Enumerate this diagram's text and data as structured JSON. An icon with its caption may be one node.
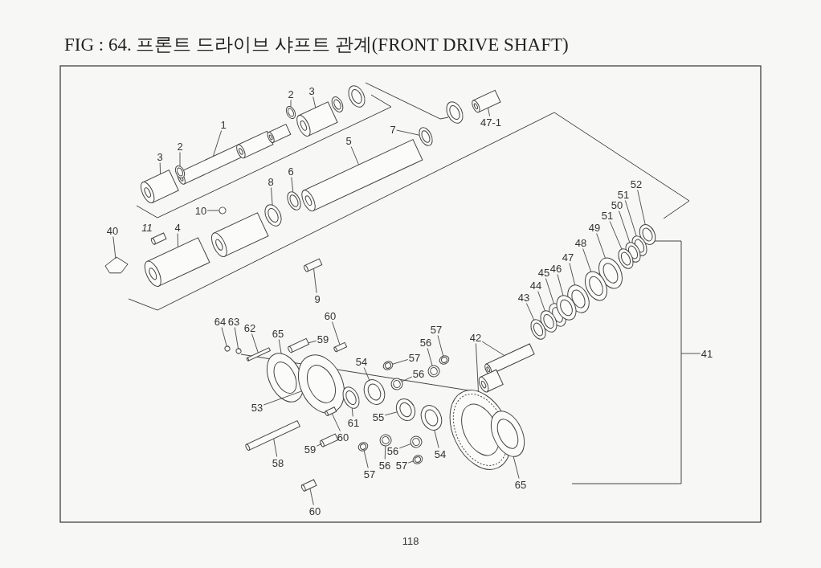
{
  "diagram": {
    "title": "FIG : 64. 프론트 드라이브 샤프트 관계(FRONT DRIVE SHAFT)",
    "nodes": [
      {
        "text": [
          "2"
        ]
      },
      {
        "text": [
          "3"
        ]
      },
      {
        "text": [
          "1"
        ]
      },
      {
        "text": [
          "2"
        ]
      },
      {
        "text": [
          "3"
        ]
      },
      {
        "text": [
          "47-1"
        ]
      },
      {
        "text": [
          "7"
        ]
      },
      {
        "text": [
          "5"
        ]
      },
      {
        "text": [
          "6"
        ]
      },
      {
        "text": [
          "8"
        ]
      },
      {
        "text": [
          "10"
        ]
      },
      {
        "text": [
          "40"
        ]
      },
      {
        "text": [
          "4"
        ]
      },
      {
        "text": [
          "9"
        ]
      },
      {
        "text": [
          "52"
        ]
      },
      {
        "text": [
          "51"
        ]
      },
      {
        "text": [
          "50"
        ]
      },
      {
        "text": [
          "51"
        ]
      },
      {
        "text": [
          "49"
        ]
      },
      {
        "text": [
          "48"
        ]
      },
      {
        "text": [
          "47"
        ]
      },
      {
        "text": [
          "45"
        ]
      },
      {
        "text": [
          "46"
        ]
      },
      {
        "text": [
          "44"
        ]
      },
      {
        "text": [
          "43"
        ]
      },
      {
        "text": [
          "41"
        ]
      },
      {
        "text": [
          "60"
        ]
      },
      {
        "text": [
          "64"
        ]
      },
      {
        "text": [
          "63"
        ]
      },
      {
        "text": [
          "62"
        ]
      },
      {
        "text": [
          "65"
        ]
      },
      {
        "text": [
          "59"
        ]
      },
      {
        "text": [
          "57"
        ]
      },
      {
        "text": [
          "42"
        ]
      },
      {
        "text": [
          "56"
        ]
      },
      {
        "text": [
          "57"
        ]
      },
      {
        "text": [
          "54"
        ]
      },
      {
        "text": [
          "56"
        ]
      },
      {
        "text": [
          "53"
        ]
      },
      {
        "text": [
          "55"
        ]
      },
      {
        "text": [
          "61"
        ]
      },
      {
        "text": [
          "60"
        ]
      },
      {
        "text": [
          "59"
        ]
      },
      {
        "text": [
          "54"
        ]
      },
      {
        "text": [
          "56"
        ]
      },
      {
        "text": [
          "58"
        ]
      },
      {
        "text": [
          "56"
        ]
      },
      {
        "text": [
          "57"
        ]
      },
      {
        "text": [
          "57"
        ]
      },
      {
        "text": [
          "65"
        ]
      },
      {
        "text": [
          "60"
        ]
      },
      {
        "text": [],
        "shape": "circle"
      },
      {
        "text": [],
        "shape": "cylinder"
      },
      {
        "text": [],
        "shape": "cylinder"
      },
      {
        "text": [],
        "shape": "circle"
      },
      {
        "text": [],
        "shape": "cylinder"
      },
      {
        "text": [],
        "shape": "cylinder"
      },
      {
        "text": [],
        "shape": "circle"
      },
      {
        "text": [],
        "shape": "cylinder"
      },
      {
        "text": [],
        "shape": "circle"
      },
      {
        "text": [],
        "shape": "circle"
      },
      {
        "text": [],
        "shape": "circle"
      },
      {
        "text": [],
        "shape": "picture"
      },
      {
        "text": [],
        "shape": "cylinder"
      },
      {
        "text": [],
        "shape": "cylinder"
      },
      {
        "text": [],
        "shape": "circle"
      },
      {
        "text": [],
        "shape": "circle"
      },
      {
        "text": [],
        "shape": "circle"
      },
      {
        "text": [],
        "shape": "circle"
      },
      {
        "text": [],
        "shape": "circle"
      },
      {
        "text": [],
        "shape": "circle"
      },
      {
        "text": [],
        "shape": "circle"
      },
      {
        "text": [],
        "shape": "circle"
      },
      {
        "text": [],
        "shape": "circle"
      },
      {
        "text": [],
        "shape": "circle"
      },
      {
        "text": [],
        "shape": "circle"
      },
      {
        "text": [],
        "shape": "cylinder"
      },
      {
        "text": [],
        "shape": "circle"
      },
      {
        "text": [],
        "shape": "circle"
      },
      {
        "text": [],
        "shape": "cylinder"
      },
      {
        "text": [],
        "shape": "circle"
      },
      {
        "text": [],
        "shape": "cylinder"
      },
      {
        "text": [],
        "shape": "circle"
      },
      {
        "text": [],
        "shape": "circle"
      },
      {
        "text": [],
        "shape": "cylinder"
      },
      {
        "text": [],
        "shape": "circle"
      },
      {
        "text": [],
        "shape": "circle"
      },
      {
        "text": [],
        "shape": "circle"
      },
      {
        "text": [],
        "shape": "circle"
      },
      {
        "text": [],
        "shape": "circle"
      },
      {
        "text": [],
        "shape": "circle"
      },
      {
        "text": [],
        "shape": "circle"
      },
      {
        "text": [],
        "shape": "cylinder"
      },
      {
        "text": [],
        "shape": "cylinder"
      },
      {
        "text": [],
        "shape": "circle"
      },
      {
        "text": [],
        "shape": "circle"
      },
      {
        "text": [],
        "shape": "cylinder"
      },
      {
        "text": [],
        "shape": "circle"
      },
      {
        "text": [],
        "shape": "circle"
      },
      {
        "text": [],
        "shape": "circle"
      },
      {
        "text": [],
        "shape": "circle"
      },
      {
        "text": [],
        "shape": "cylinder"
      },
      {
        "text": [],
        "shape": "cylinder"
      },
      {
        "text": [],
        "shape": "cylinder"
      },
      {
        "text": [],
        "shape": "circle"
      },
      {
        "text": [],
        "shape": "circle"
      },
      {
        "text": [],
        "shape": "circle"
      },
      {
        "text": [],
        "shape": "cylinder"
      },
      {
        "text": [],
        "shape": "cylinder"
      },
      {
        "text": [],
        "shape": "box"
      }
    ],
    "edges": [
      {
        "from": 0,
        "to": 51,
        "arrow": "none"
      },
      {
        "from": 1,
        "to": 52,
        "arrow": "none"
      },
      {
        "from": 2,
        "to": 53,
        "arrow": "none"
      },
      {
        "from": 3,
        "to": 54,
        "arrow": "none"
      },
      {
        "from": 4,
        "to": 55,
        "arrow": "none"
      },
      {
        "from": 5,
        "to": 56,
        "arrow": "none"
      },
      {
        "from": 6,
        "to": 57,
        "arrow": "none"
      },
      {
        "from": 7,
        "to": 58,
        "arrow": "none"
      },
      {
        "from": 8,
        "to": 59,
        "arrow": "none"
      },
      {
        "from": 9,
        "to": 60,
        "arrow": "none"
      },
      {
        "from": 10,
        "to": 61,
        "arrow": "none"
      },
      {
        "from": 11,
        "to": 62,
        "arrow": "none"
      },
      {
        "from": 12,
        "to": 63,
        "arrow": "none"
      },
      {
        "from": 13,
        "to": 64,
        "arrow": "none"
      },
      {
        "from": 14,
        "to": 65,
        "arrow": "none"
      },
      {
        "from": 15,
        "to": 66,
        "arrow": "none"
      },
      {
        "from": 16,
        "to": 67,
        "arrow": "none"
      },
      {
        "from": 17,
        "to": 68,
        "arrow": "none"
      },
      {
        "from": 18,
        "to": 69,
        "arrow": "none"
      },
      {
        "from": 19,
        "to": 70,
        "arrow": "none"
      },
      {
        "from": 20,
        "to": 71,
        "arrow": "none"
      },
      {
        "from": 21,
        "to": 72,
        "arrow": "none"
      },
      {
        "from": 22,
        "to": 73,
        "arrow": "none"
      },
      {
        "from": 23,
        "to": 74,
        "arrow": "none"
      },
      {
        "from": 24,
        "to": 75,
        "arrow": "none"
      },
      {
        "from": 25,
        "to": null,
        "arrow": "none"
      },
      {
        "from": 26,
        "to": 76,
        "arrow": "none"
      },
      {
        "from": 27,
        "to": 77,
        "arrow": "none"
      },
      {
        "from": 28,
        "to": 78,
        "arrow": "none"
      },
      {
        "from": 29,
        "to": 79,
        "arrow": "none"
      },
      {
        "from": 30,
        "to": 80,
        "arrow": "none"
      },
      {
        "from": 31,
        "to": 81,
        "arrow": "none"
      },
      {
        "from": 32,
        "to": 82,
        "arrow": "none"
      },
      {
        "from": 33,
        "to": 83,
        "arrow": "none"
      },
      {
        "from": 33,
        "to": 84,
        "arrow": "none"
      },
      {
        "from": 34,
        "to": 85,
        "arrow": "none"
      },
      {
        "from": 35,
        "to": 86,
        "arrow": "none"
      },
      {
        "from": 36,
        "to": 87,
        "arrow": "none"
      },
      {
        "from": 37,
        "to": 88,
        "arrow": "none"
      },
      {
        "from": 38,
        "to": 89,
        "arrow": "none"
      },
      {
        "from": 39,
        "to": 90,
        "arrow": "none"
      },
      {
        "from": 40,
        "to": 91,
        "arrow": "none"
      },
      {
        "from": 41,
        "to": 92,
        "arrow": "none"
      },
      {
        "from": 42,
        "to": 93,
        "arrow": "none"
      },
      {
        "from": 43,
        "to": 94,
        "arrow": "none"
      },
      {
        "from": 44,
        "to": 95,
        "arrow": "none"
      },
      {
        "from": 45,
        "to": 96,
        "arrow": "none"
      },
      {
        "from": 46,
        "to": 97,
        "arrow": "none"
      },
      {
        "from": 47,
        "to": 98,
        "arrow": "none"
      },
      {
        "from": 48,
        "to": 99,
        "arrow": "none"
      },
      {
        "from": 49,
        "to": 100,
        "arrow": "none"
      },
      {
        "from": 50,
        "to": 101,
        "arrow": "none"
      }
    ],
    "labels": [
      "11",
      "118"
    ]
  }
}
